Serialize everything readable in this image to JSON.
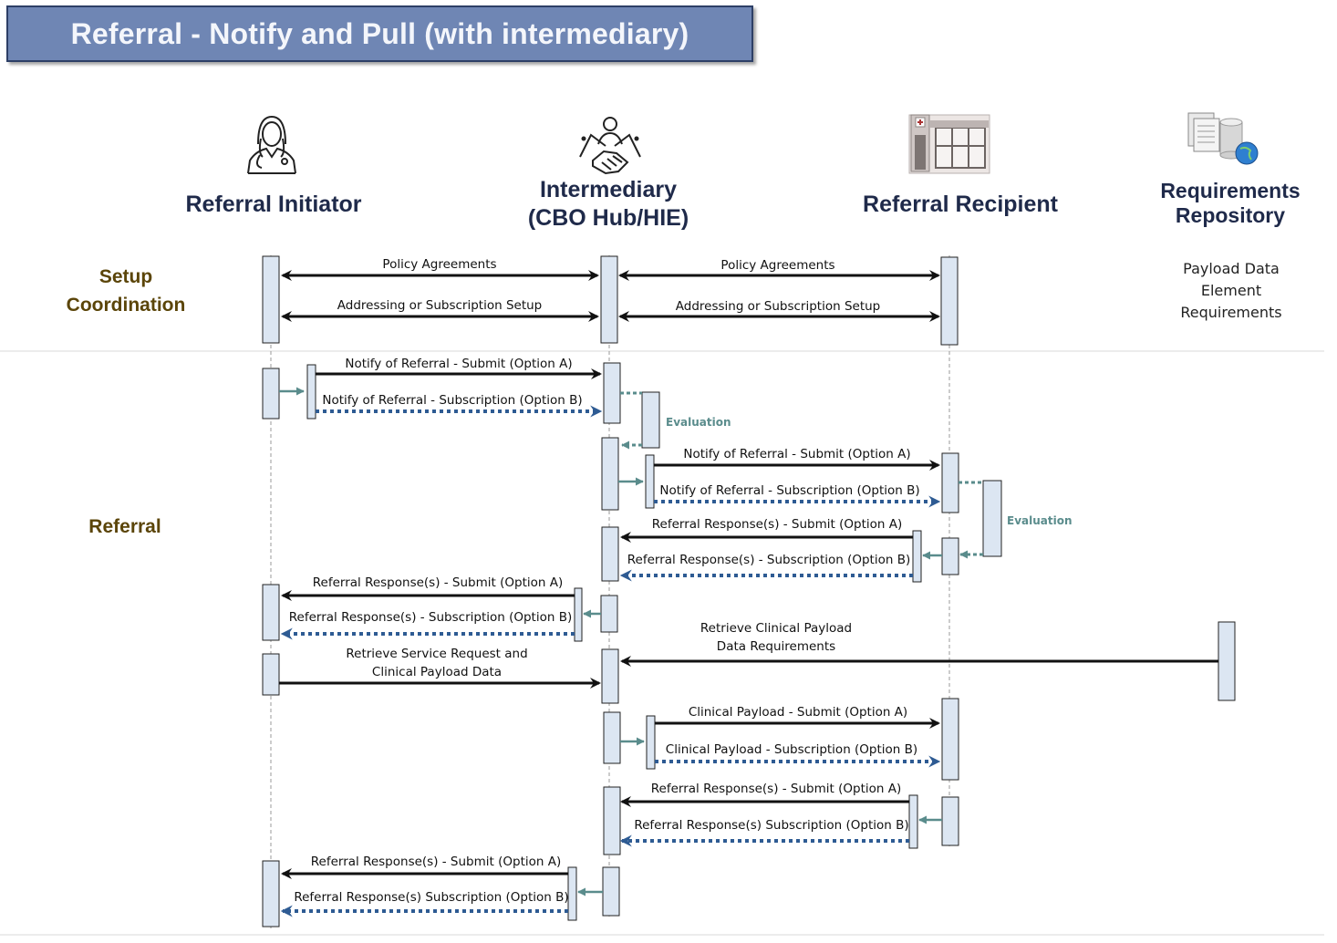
{
  "title": "Referral - Notify and Pull (with intermediary)",
  "actors": {
    "initiator": {
      "name": "Referral Initiator",
      "icon": "doctor-icon"
    },
    "intermediary": {
      "line1": "Intermediary",
      "line2": "(CBO Hub/HIE)",
      "icon": "handshake-icon"
    },
    "recipient": {
      "name": "Referral Recipient",
      "icon": "building-icon"
    },
    "repository": {
      "line1": "Requirements",
      "line2": "Repository",
      "icon": "repository-icon",
      "note": [
        "Payload Data",
        "Element",
        "Requirements"
      ]
    }
  },
  "phases": {
    "setup": [
      "Setup",
      "Coordination"
    ],
    "referral": "Referral"
  },
  "messages": {
    "m1": "Policy Agreements",
    "m2": "Policy Agreements",
    "m3": "Addressing or Subscription Setup",
    "m4": "Addressing or Subscription Setup",
    "m5": "Notify of Referral - Submit (Option A)",
    "m6": "Notify of Referral - Subscription (Option B)",
    "m7": "Notify of Referral - Submit (Option A)",
    "m8": "Notify of Referral - Subscription (Option B)",
    "m9": "Referral Response(s) - Submit (Option A)",
    "m10": "Referral Response(s) - Subscription (Option B)",
    "m11": "Referral Response(s) - Submit (Option A)",
    "m12": "Referral Response(s) - Subscription (Option B)",
    "m13a": "Retrieve Clinical Payload",
    "m13b": "Data Requirements",
    "m14a": "Retrieve Service Request and",
    "m14b": "Clinical Payload Data",
    "m15": "Clinical Payload - Submit (Option A)",
    "m16": "Clinical Payload - Subscription (Option B)",
    "m17": "Referral Response(s) - Submit (Option A)",
    "m18": "Referral Response(s) Subscription (Option B)",
    "m19": "Referral Response(s) - Submit (Option A)",
    "m20": "Referral Response(s) Subscription (Option B)"
  },
  "evaluation": [
    "Evaluation",
    "Evaluation"
  ],
  "colors": {
    "solid": "#111111",
    "dotted": "#2e5b93",
    "internal": "#5a8c8c",
    "activation": "#dce6f2"
  }
}
